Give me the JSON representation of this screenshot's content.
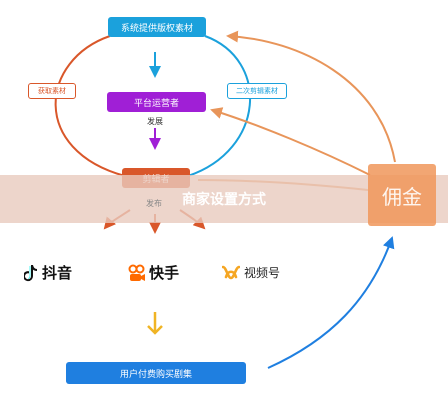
{
  "diagram": {
    "supplier": "系统提供版权素材",
    "operator": "平台运营者",
    "develop": "发展",
    "editor": "剪辑者",
    "publish": "发布",
    "obtain": "获取素材",
    "secondary_edit": "二次剪辑素材",
    "buyers": "用户付费购买剧集",
    "commission": "佣金",
    "banner": "商家设置方式",
    "platforms": [
      "抖音",
      "快手",
      "视频号"
    ]
  },
  "colors": {
    "supplier_blue": "#1ba1dc",
    "operator_purple": "#a01fd6",
    "editor_orange": "#d9572a",
    "buyer_blue": "#1f7fe0",
    "commission_orange": "#f0965a"
  }
}
